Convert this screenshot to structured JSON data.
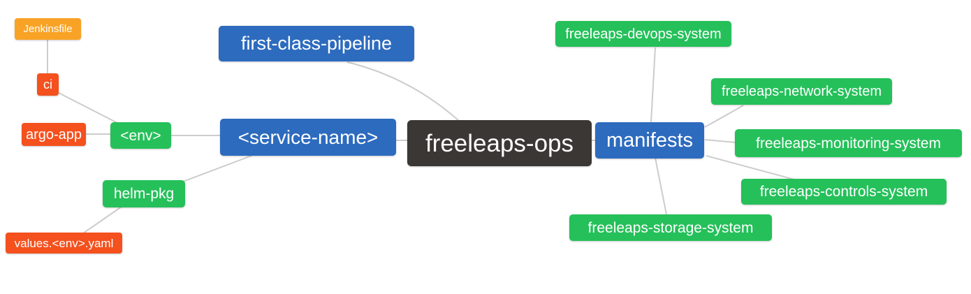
{
  "diagram": {
    "colors": {
      "blue": "#2d6bbe",
      "green": "#25c05a",
      "deep_orange": "#f4511e",
      "amber": "#f8a326",
      "dark": "#3b3734",
      "edge": "#cccccc",
      "background": "#ffffff",
      "node_text": "#ffffff"
    },
    "nodes": {
      "jenkinsfile": {
        "label": "Jenkinsfile",
        "color": "#f8a326"
      },
      "ci": {
        "label": "ci",
        "color": "#f4511e"
      },
      "argo_app": {
        "label": "argo-app",
        "color": "#f4511e"
      },
      "env": {
        "label": "<env>",
        "color": "#25c05a"
      },
      "service_name": {
        "label": "<service-name>",
        "color": "#2d6bbe"
      },
      "first_class_pipeline": {
        "label": "first-class-pipeline",
        "color": "#2d6bbe"
      },
      "freeleaps_ops": {
        "label": "freeleaps-ops",
        "color": "#3b3734"
      },
      "manifests": {
        "label": "manifests",
        "color": "#2d6bbe"
      },
      "devops_system": {
        "label": "freeleaps-devops-system",
        "color": "#25c05a"
      },
      "network_system": {
        "label": "freeleaps-network-system",
        "color": "#25c05a"
      },
      "monitoring_system": {
        "label": "freeleaps-monitoring-system",
        "color": "#25c05a"
      },
      "controls_system": {
        "label": "freeleaps-controls-system",
        "color": "#25c05a"
      },
      "storage_system": {
        "label": "freeleaps-storage-system",
        "color": "#25c05a"
      },
      "helm_pkg": {
        "label": "helm-pkg",
        "color": "#25c05a"
      },
      "values_env_yaml": {
        "label": "values.<env>.yaml",
        "color": "#f4511e"
      }
    },
    "edges": [
      {
        "from": "Jenkinsfile",
        "to": "ci"
      },
      {
        "from": "ci",
        "to": "<env>"
      },
      {
        "from": "argo-app",
        "to": "<env>"
      },
      {
        "from": "<env>",
        "to": "<service-name>"
      },
      {
        "from": "helm-pkg",
        "to": "<service-name>"
      },
      {
        "from": "values.<env>.yaml",
        "to": "helm-pkg"
      },
      {
        "from": "first-class-pipeline",
        "to": "freeleaps-ops"
      },
      {
        "from": "<service-name>",
        "to": "freeleaps-ops"
      },
      {
        "from": "freeleaps-ops",
        "to": "manifests"
      },
      {
        "from": "manifests",
        "to": "freeleaps-devops-system"
      },
      {
        "from": "manifests",
        "to": "freeleaps-network-system"
      },
      {
        "from": "manifests",
        "to": "freeleaps-monitoring-system"
      },
      {
        "from": "manifests",
        "to": "freeleaps-controls-system"
      },
      {
        "from": "manifests",
        "to": "freeleaps-storage-system"
      }
    ]
  }
}
